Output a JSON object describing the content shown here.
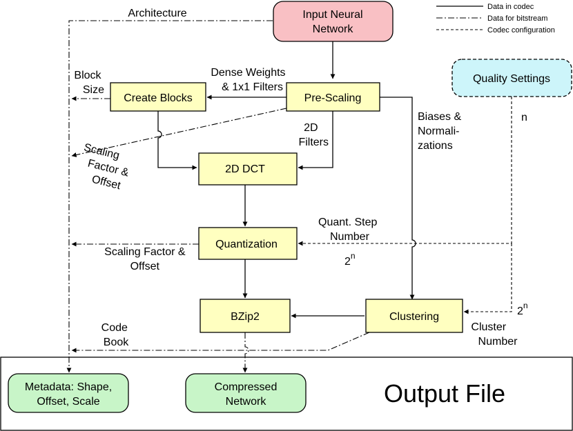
{
  "nodes": {
    "input": [
      "Input Neural",
      "Network"
    ],
    "quality": [
      "Quality Settings"
    ],
    "create_blocks": [
      "Create Blocks"
    ],
    "prescaling": [
      "Pre-Scaling"
    ],
    "dct": [
      "2D DCT"
    ],
    "quantization": [
      "Quantization"
    ],
    "bzip2": [
      "BZip2"
    ],
    "clustering": [
      "Clustering"
    ],
    "metadata": [
      "Metadata: Shape,",
      "Offset, Scale"
    ],
    "compressed": [
      "Compressed",
      "Network"
    ]
  },
  "output_file": "Output File",
  "labels": {
    "architecture": [
      "Architecture"
    ],
    "block_size": [
      "Block",
      "Size"
    ],
    "dense_weights": [
      "Dense Weights",
      "& 1x1 Filters"
    ],
    "scaling_factor_offset_diag": [
      "Scaling",
      "Factor &",
      "Offset"
    ],
    "filters_2d": [
      "2D",
      "Filters"
    ],
    "biases": [
      "Biases &",
      "Normali-",
      "zations"
    ],
    "n": [
      "n"
    ],
    "quant_step": [
      "Quant. Step",
      "Number"
    ],
    "two_n_quant": [
      "2",
      "n"
    ],
    "scaling_factor_offset": [
      "Scaling Factor &",
      "Offset"
    ],
    "code_book": [
      "Code",
      "Book"
    ],
    "two_n_cluster": [
      "2",
      "n"
    ],
    "cluster_number": [
      "Cluster",
      "Number"
    ]
  },
  "legend": [
    {
      "style": "solid",
      "label": "Data in codec"
    },
    {
      "style": "dashdot",
      "label": "Data for bitstream"
    },
    {
      "style": "dashed",
      "label": "Codec configuration"
    }
  ],
  "colors": {
    "pink": "#f9c0c4",
    "yellow": "#ffffc0",
    "green": "#c8f5c8",
    "cyan": "#cdf5fa"
  }
}
